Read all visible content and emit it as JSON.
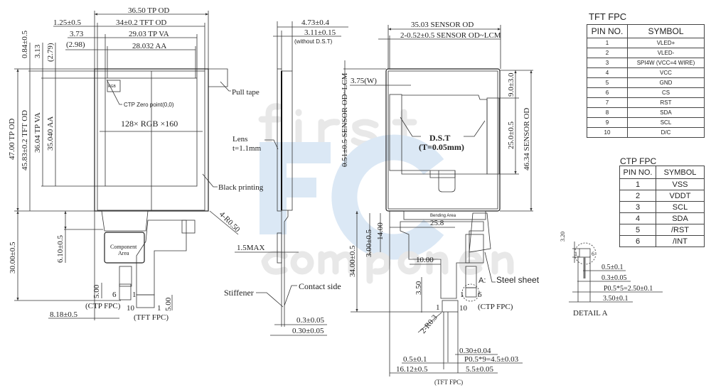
{
  "watermark": {
    "top": "first",
    "logo": "FC",
    "bottom": "components"
  },
  "front": {
    "tp_od_w": "36.50 TP OD",
    "tft_od_w": "34±0.2 TFT OD",
    "tp_va_w": "29.03 TP VA",
    "aa_w": "28.032 AA",
    "left_125": "1.25±0.5",
    "left_373": "3.73",
    "left_298": "(2.98)",
    "tp_od_h": "47.00 TP OD",
    "tft_od_h": "45.83±0.2 TFT OD",
    "tp_va_h": "36.04 TP VA",
    "aa_h": "35.040 AA",
    "top_084": "0.84±0.5",
    "top_313": "3.13",
    "top_279": "(2.79)",
    "rgb": "RGB",
    "zero_point": "CTP Zero point(0,0)",
    "resolution": "128× RGB ×160",
    "pull_tape": "Pull tape",
    "black_printing": "Black printing",
    "radius": "4-R0.50",
    "fpc_len": "30.00±0.5",
    "fpc_610": "6.10±0.5",
    "component_area_1": "Component",
    "component_area_2": "Area",
    "ctp_5": "5.00",
    "tft_5": "5.00",
    "pin6": "6",
    "pin1a": "1",
    "pin10": "10",
    "pin1b": "1",
    "ctp_fpc": "(CTP FPC)",
    "tft_fpc": "(TFT FPC)",
    "offset": "8.18±0.5"
  },
  "side": {
    "thick_total": "4.73±0.4",
    "thick_no_dst": "3.11±0.15",
    "without_dst": "(without D.S.T)",
    "lens": "Lens",
    "lens_t": "t=1.1mm",
    "max": "1.5MAX",
    "stiffener": "Stiffener",
    "contact_side": "Contact side",
    "t1": "0.3±0.05",
    "t2": "0.30±0.05"
  },
  "back": {
    "sensor_od_w": "35.03 SENSOR OD",
    "sensor_lcm": "2-0.52±0.5 SENSOR OD~LCM",
    "w375": "3.75(W)",
    "sensor_lcm_v": "0.51±0.5 SENSOR OD~LCM",
    "d9": "9.0±3.0",
    "d25": "25.0±0.5",
    "sensor_od_h": "46.34 SENSOR OD",
    "dst": "D.S.T",
    "dst_t": "(T=0.05mm)",
    "bending": "Bending Area",
    "d258": "25.8",
    "d14": "14.00",
    "d3": "3.00±0.5",
    "d34": "34.00±0.5",
    "d10": "10.00",
    "d35": "3.50",
    "r03": "2-R0.3",
    "pin1": "1",
    "pin10": "10",
    "ctp_pin1": "1",
    "ctp_pin6": "6",
    "detail_ref": "A:",
    "steel": "Steel sheet",
    "ctp_fpc": "(CTP FPC)",
    "p030": "0.30±0.04",
    "p_pitch": "P0.5*9=4.5±0.03",
    "p05": "0.5±0.1",
    "p1612": "16.12±0.5",
    "p55": "5.5±0.05",
    "tft_fpc": "(TFT FPC)"
  },
  "tft_table": {
    "title": "TFT FPC",
    "headers": [
      "PIN NO.",
      "SYMBOL"
    ],
    "rows": [
      [
        "1",
        "VLED+"
      ],
      [
        "2",
        "VLED-"
      ],
      [
        "3",
        "SPI4W (VCC=4 WIRE)"
      ],
      [
        "4",
        "VCC"
      ],
      [
        "5",
        "GND"
      ],
      [
        "6",
        "CS"
      ],
      [
        "7",
        "RST"
      ],
      [
        "8",
        "SDA"
      ],
      [
        "9",
        "SCL"
      ],
      [
        "10",
        "D/C"
      ]
    ]
  },
  "ctp_table": {
    "title": "CTP FPC",
    "headers": [
      "PIN NO.",
      "SYMBOL"
    ],
    "rows": [
      [
        "1",
        "VSS"
      ],
      [
        "2",
        "VDDT"
      ],
      [
        "3",
        "SCL"
      ],
      [
        "4",
        "SDA"
      ],
      [
        "5",
        "/RST"
      ],
      [
        "6",
        "/INT"
      ]
    ]
  },
  "detail": {
    "h320": "3.20",
    "pin1": "1",
    "pin6": "6",
    "d05": "0.5±0.1",
    "d03": "0.3±0.05",
    "pitch": "P0.5*5=2.50±0.1",
    "d35": "3.50±0.1",
    "title": "DETAIL A"
  }
}
